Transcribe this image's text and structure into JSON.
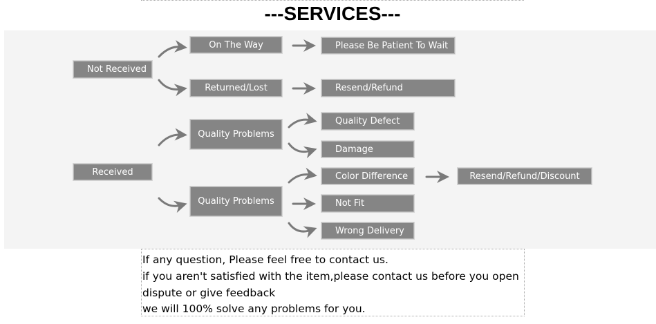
{
  "title": "---SERVICES---",
  "nodes": {
    "not_received": "Not Received",
    "on_the_way": "On The Way",
    "returned_lost": "Returned/Lost",
    "patient_wait": "Please Be Patient To Wait",
    "resend_refund": "Resend/Refund",
    "received": "Received",
    "quality_problems_1": "Quality Problems",
    "quality_problems_2": "Quality Problems",
    "quality_defect": "Quality Defect",
    "damage": "Damage",
    "color_difference": "Color Difference",
    "not_fit": "Not Fit",
    "wrong_delivery": "Wrong Delivery",
    "resend_refund_discount": "Resend/Refund/Discount"
  },
  "note": {
    "line1": "If any question, Please feel free to contact us.",
    "line2": "if you aren't satisfied with the item,please contact us before you open dispute or give feedback",
    "line3": "we will 100% solve any problems for you."
  },
  "colors": {
    "node_fill": "#858585",
    "arrow": "#7a7a7a",
    "panel": "#f4f4f4"
  }
}
